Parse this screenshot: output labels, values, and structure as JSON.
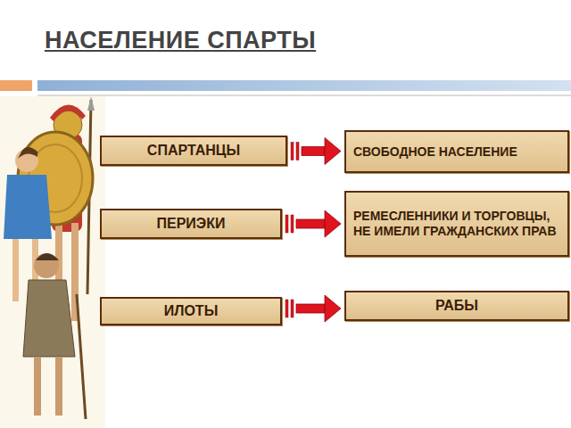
{
  "diagram": {
    "title": "НАСЕЛЕНИЕ СПАРТЫ",
    "nodes": [
      {
        "text": [
          "СПАРТАНЦЫ"
        ]
      },
      {
        "text": [
          "СВОБОДНОЕ НАСЕЛЕНИЕ"
        ]
      },
      {
        "text": [
          "ПЕРИЭКИ"
        ]
      },
      {
        "text": [
          "РЕМЕСЛЕННИКИ И ТОРГОВЦЫ, НЕ ИМЕЛИ ГРАЖДАНСКИХ ПРАВ"
        ]
      },
      {
        "text": [
          "ИЛОТЫ"
        ]
      },
      {
        "text": [
          "РАБЫ"
        ]
      }
    ],
    "edges": [
      {
        "from": 0,
        "to": 1,
        "arrow": "to"
      },
      {
        "from": 2,
        "to": 3,
        "arrow": "to"
      },
      {
        "from": 4,
        "to": 5,
        "arrow": "to"
      }
    ]
  }
}
